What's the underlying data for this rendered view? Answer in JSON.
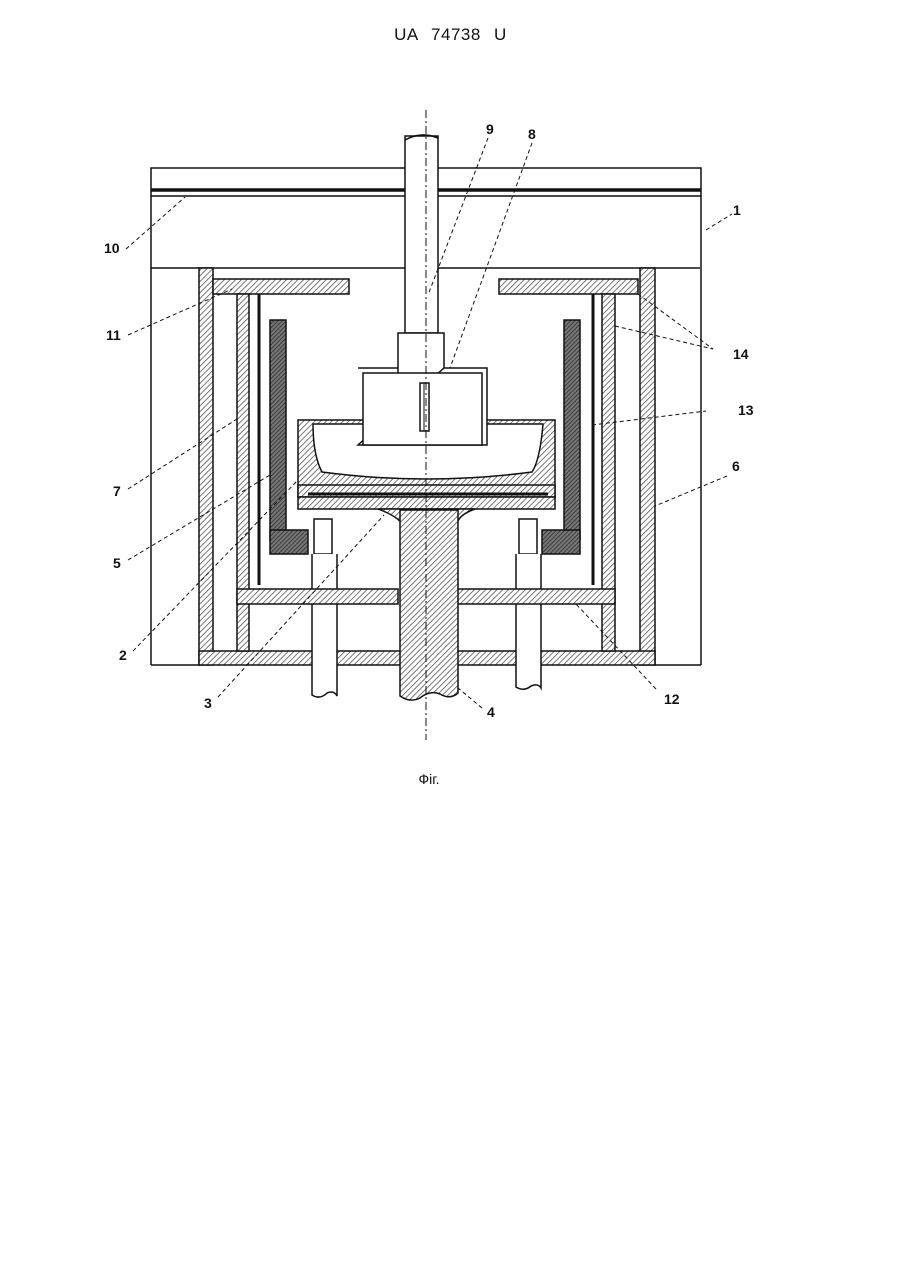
{
  "document": {
    "header": "UA 74738 U",
    "caption": "Фіг."
  },
  "diagram": {
    "labels": {
      "l1": "1",
      "l2": "2",
      "l3": "3",
      "l4": "4",
      "l5": "5",
      "l6": "6",
      "l7": "7",
      "l8": "8",
      "l9": "9",
      "l10": "10",
      "l11": "11",
      "l12": "12",
      "l13": "13",
      "l14": "14"
    }
  }
}
